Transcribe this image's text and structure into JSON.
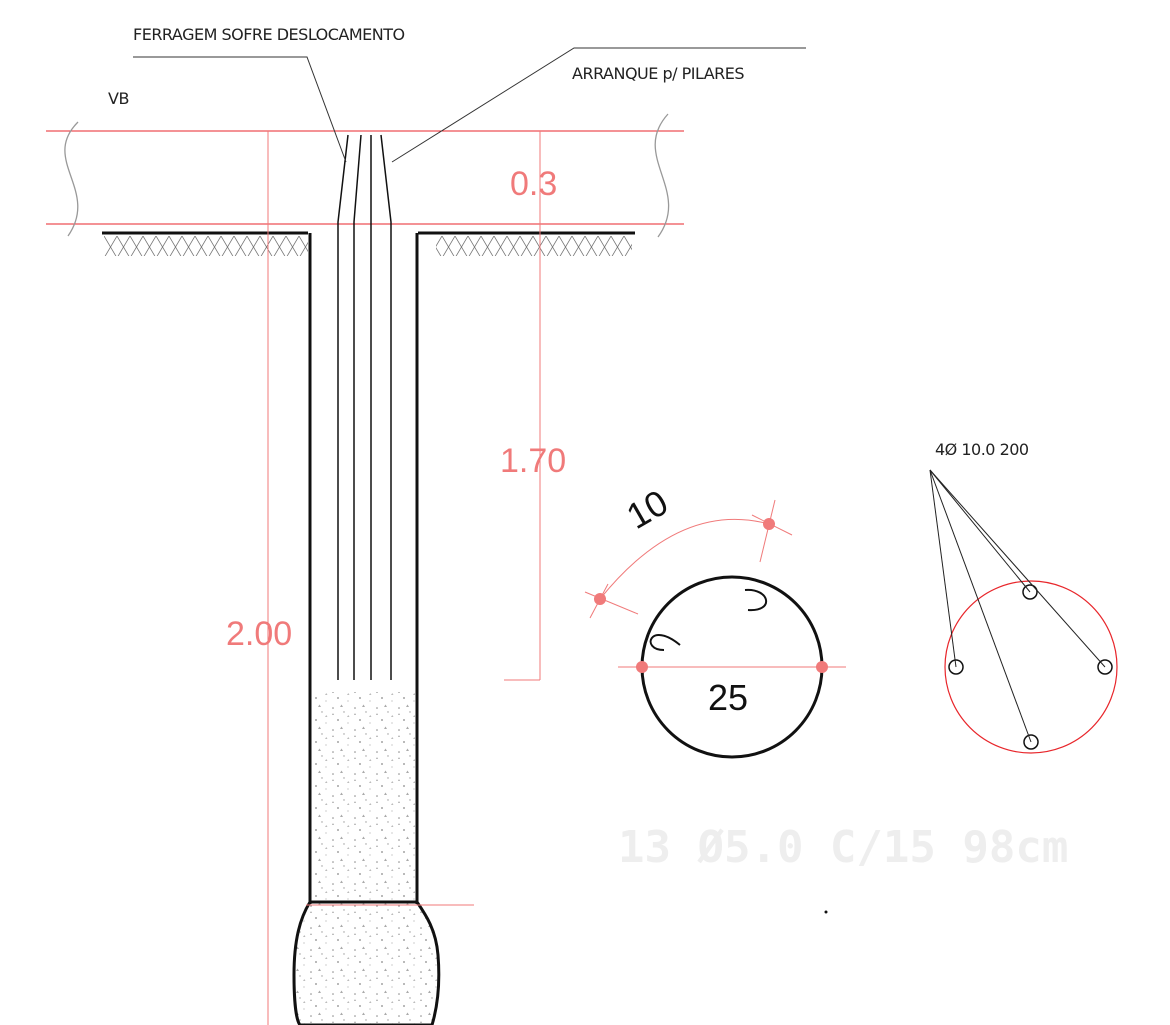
{
  "labels": {
    "displacement_note": "FERRAGEM SOFRE DESLOCAMENTO",
    "starter_bars": "ARRANQUE p/ PILARES",
    "beam": "VB",
    "rebar_spec": "4Ø 10.0 200",
    "stirrup_spec": "13  Ø5.0 C/15 98cm"
  },
  "dimensions": {
    "beam_height": "0.3",
    "embed_length": "1.70",
    "pile_length": "2.00",
    "cover": "10",
    "diameter": "25"
  },
  "colors": {
    "dimension": "#f07a7a",
    "guide_line": "#e8262b",
    "ink": "#111111",
    "faint_text": "#eeeeee"
  }
}
